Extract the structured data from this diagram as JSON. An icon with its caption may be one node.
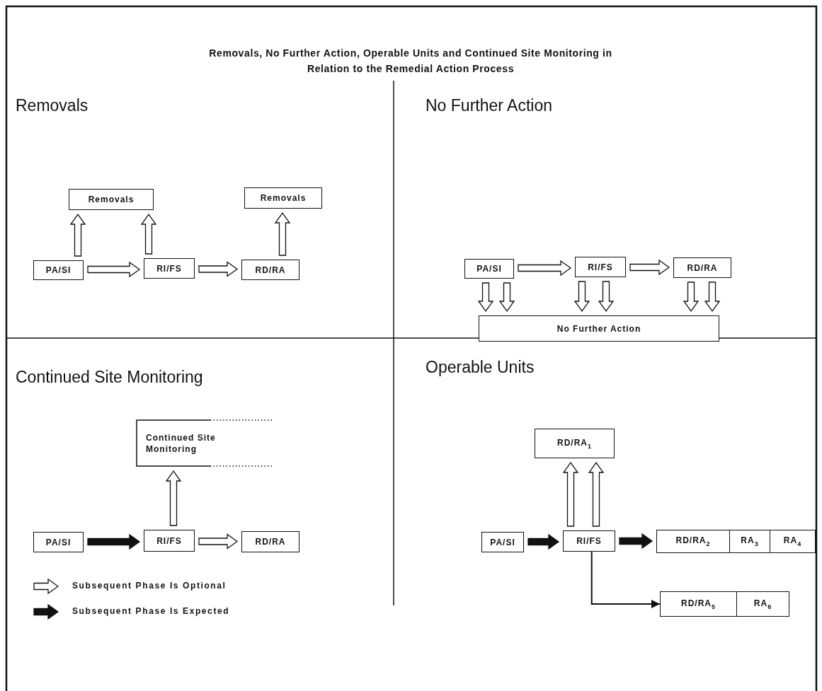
{
  "diagram": {
    "title": "Removals, No Further Action, Operable Units and Continued Site Monitoring in Relation to the Remedial Action Process",
    "nodes": [
      {
        "text": [
          "Removals"
        ]
      },
      {
        "text": [
          "Removals"
        ]
      },
      {
        "text": [
          "PA/SI"
        ]
      },
      {
        "text": [
          "RI/FS"
        ]
      },
      {
        "text": [
          "RD/RA"
        ]
      },
      {
        "text": [
          "PA/SI"
        ]
      },
      {
        "text": [
          "RI/FS"
        ]
      },
      {
        "text": [
          "RD/RA"
        ]
      },
      {
        "text": [
          "No Further Action"
        ]
      },
      {
        "text": [
          "Continued Site Monitoring"
        ]
      },
      {
        "text": [
          "PA/SI"
        ]
      },
      {
        "text": [
          "RI/FS"
        ]
      },
      {
        "text": [
          "RD/RA"
        ]
      },
      {
        "text": [
          "RD/RA$_{1}$"
        ]
      },
      {
        "text": [
          "PA/SI"
        ]
      },
      {
        "text": [
          "RI/FS"
        ]
      },
      {
        "text": [
          "RD/RA$_{2}$"
        ]
      },
      {
        "text": [
          "RA$_{3}$"
        ]
      },
      {
        "text": [
          "RA$_{4}$"
        ]
      },
      {
        "text": [
          "RD/RA$_{5}$"
        ]
      },
      {
        "text": [
          "RA$_{6}$"
        ]
      }
    ],
    "edges": [
      {
        "from": 2,
        "to": 3,
        "arrow": "to"
      },
      {
        "from": 3,
        "to": 4,
        "arrow": "to"
      },
      {
        "from": 2,
        "to": 0,
        "arrow": "to"
      },
      {
        "from": 3,
        "to": 0,
        "arrow": "to"
      },
      {
        "from": 4,
        "to": 1,
        "arrow": "to"
      },
      {
        "from": 5,
        "to": 6,
        "arrow": "to"
      },
      {
        "from": 6,
        "to": 7,
        "arrow": "to"
      },
      {
        "from": 5,
        "to": 8,
        "arrow": "to"
      },
      {
        "from": 5,
        "to": 8,
        "arrow": "to"
      },
      {
        "from": 6,
        "to": 8,
        "arrow": "to"
      },
      {
        "from": 6,
        "to": 8,
        "arrow": "to"
      },
      {
        "from": 7,
        "to": 8,
        "arrow": "to"
      },
      {
        "from": 7,
        "to": 8,
        "arrow": "to"
      },
      {
        "from": 10,
        "to": 11,
        "arrow": "to",
        "style": "thick"
      },
      {
        "from": 11,
        "to": 12,
        "arrow": "to"
      },
      {
        "from": 11,
        "to": 9,
        "arrow": "to"
      },
      {
        "from": 14,
        "to": 15,
        "arrow": "to",
        "style": "thick"
      },
      {
        "from": 15,
        "to": 16,
        "arrow": "to",
        "style": "thick"
      },
      {
        "from": 15,
        "to": 19,
        "arrow": "to"
      },
      {
        "from": 15,
        "to": 13,
        "arrow": "to"
      },
      {
        "from": 15,
        "to": 13,
        "arrow": "to"
      }
    ],
    "labels": [
      "Removals",
      "No Further Action",
      "Continued Site Monitoring",
      "Operable Units"
    ],
    "legend": [
      {
        "text": "Subsequent Phase Is Optional"
      },
      {
        "text": "Subsequent Phase Is Expected"
      }
    ]
  }
}
